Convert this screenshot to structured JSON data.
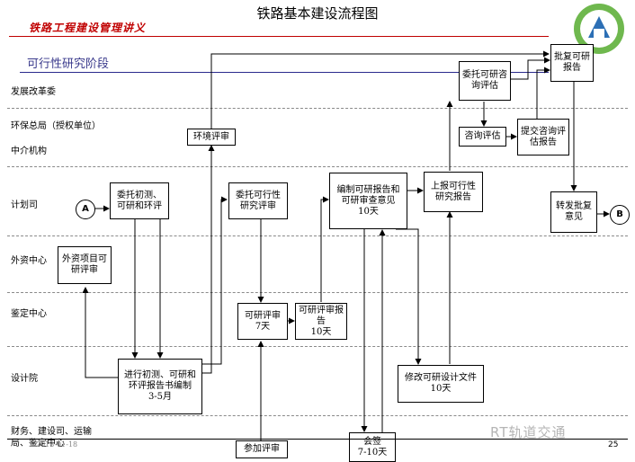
{
  "title": "铁路基本建设流程图",
  "subtitle": "铁路工程建设管理讲义",
  "stage": "可行性研究阶段",
  "roles": {
    "fazhan": "发展改革委",
    "huanbao": "环保总局（授权单位）",
    "zhongjie": "中介机构",
    "jihua": "计划司",
    "waizi": "外资中心",
    "jianding": "鉴定中心",
    "sheji": "设计院",
    "caiwu": "财务、建设司、运输局、鉴定中心"
  },
  "boxes": {
    "weituo_chuce": "委托初测、可研和环评",
    "waizi_xiangmu": "外资项目可研评审",
    "jinxing": "进行初测、可研和环评报告书编制",
    "jinxing_time": "3-5月",
    "huanjing": "环境评审",
    "weituo_keyan": "委托可行性研究评审",
    "keyan_pingshen": "可研评审",
    "keyan_pingshen_time": "7天",
    "keyan_baogao": "可研评审报告",
    "keyan_baogao_time": "10天",
    "canjia": "参加评审",
    "bianzhi": "编制可研报告和可研审查意见",
    "bianzhi_time": "10天",
    "huiqian": "会签",
    "huiqian_time": "7-10天",
    "xiugai": "修改可研设计文件",
    "xiugai_time": "10天",
    "shangbao": "上报可行性研究报告",
    "weituo_zixun": "委托可研咨询评估",
    "zixun": "咨询评估",
    "tijiao": "提交咨询评估报告",
    "pifu": "批复可研报告",
    "zhuanfa": "转发批复意见"
  },
  "circles": {
    "a": "A",
    "b": "B"
  },
  "footer": {
    "date": "2013-01-18",
    "page": "25"
  },
  "watermark": "RT轨道交通",
  "colors": {
    "accent_red": "#c00000",
    "stage_blue": "#3a3a8c"
  }
}
